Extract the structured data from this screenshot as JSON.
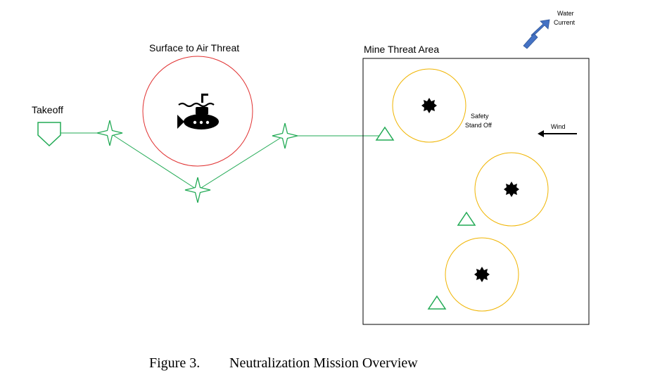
{
  "labels": {
    "takeoff": "Takeoff",
    "surface_to_air": "Surface to Air Threat",
    "mine_threat_area": "Mine Threat Area",
    "water_current_line1": "Water",
    "water_current_line2": "Current",
    "safety_line1": "Safety",
    "safety_line2": "Stand Off",
    "wind": "Wind"
  },
  "caption": {
    "number": "Figure 3.",
    "title": "Neutralization Mission Overview"
  },
  "colors": {
    "route": "#22aa55",
    "threat_ring": "#e03030",
    "standoff_ring": "#f0b400",
    "water_arrow": "#4472c4",
    "mine": "#000000"
  },
  "icons": {
    "takeoff": "home-plate-icon",
    "waypoint": "four-point-star-icon",
    "threat": "submarine-icon",
    "mine": "mine-icon",
    "target": "triangle-icon"
  }
}
